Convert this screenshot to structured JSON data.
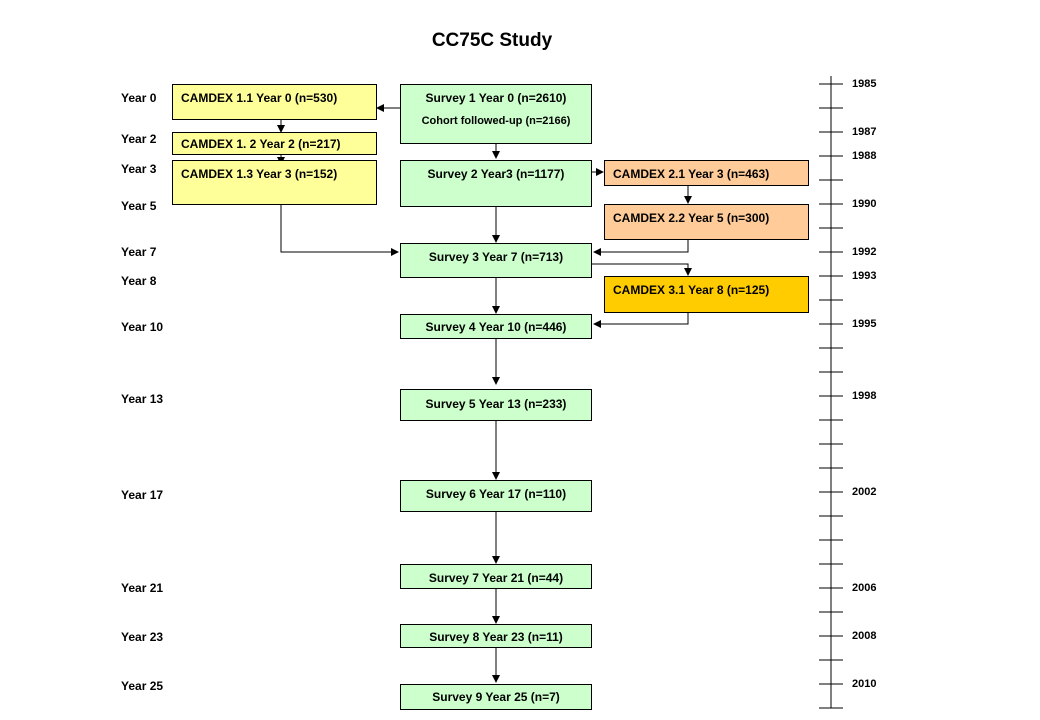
{
  "title": "CC75C Study",
  "year_labels": {
    "y0": "Year 0",
    "y2": "Year 2",
    "y3": "Year 3",
    "y5": "Year 5",
    "y7": "Year 7",
    "y8": "Year 8",
    "y10": "Year 10",
    "y13": "Year 13",
    "y17": "Year 17",
    "y21": "Year 21",
    "y23": "Year 23",
    "y25": "Year 25"
  },
  "camdex1": {
    "c11": "CAMDEX 1.1 Year 0   (n=530)",
    "c12": "CAMDEX 1. 2 Year 2  (n=217)",
    "c13": "CAMDEX 1.3 Year 3   (n=152)"
  },
  "surveys": {
    "s1": "Survey 1 Year 0 (n=2610)",
    "s1_sub": "Cohort followed-up (n=2166)",
    "s2": "Survey 2 Year3 (n=1177)",
    "s3": "Survey 3 Year 7 (n=713)",
    "s4": "Survey 4 Year 10 (n=446)",
    "s5": "Survey 5 Year 13 (n=233)",
    "s6": "Survey 6 Year 17 (n=110)",
    "s7": "Survey 7 Year 21 (n=44)",
    "s8": "Survey 8 Year 23 (n=11)",
    "s9": "Survey 9 Year 25 (n=7)"
  },
  "camdex_later": {
    "c21": "CAMDEX 2.1 Year 3 (n=463)",
    "c22": "CAMDEX 2.2 Year 5 (n=300)",
    "c31": "CAMDEX 3.1 Year 8 (n=125)"
  },
  "timeline_years": {
    "t1985": "1985",
    "t1987": "1987",
    "t1988": "1988",
    "t1990": "1990",
    "t1992": "1992",
    "t1993": "1993",
    "t1995": "1995",
    "t1998": "1998",
    "t2002": "2002",
    "t2006": "2006",
    "t2008": "2008",
    "t2010": "2010"
  },
  "colors": {
    "camdex1": "#ffff99",
    "survey": "#ccffcc",
    "camdex2": "#ffcc99",
    "camdex3": "#ffcc00"
  }
}
